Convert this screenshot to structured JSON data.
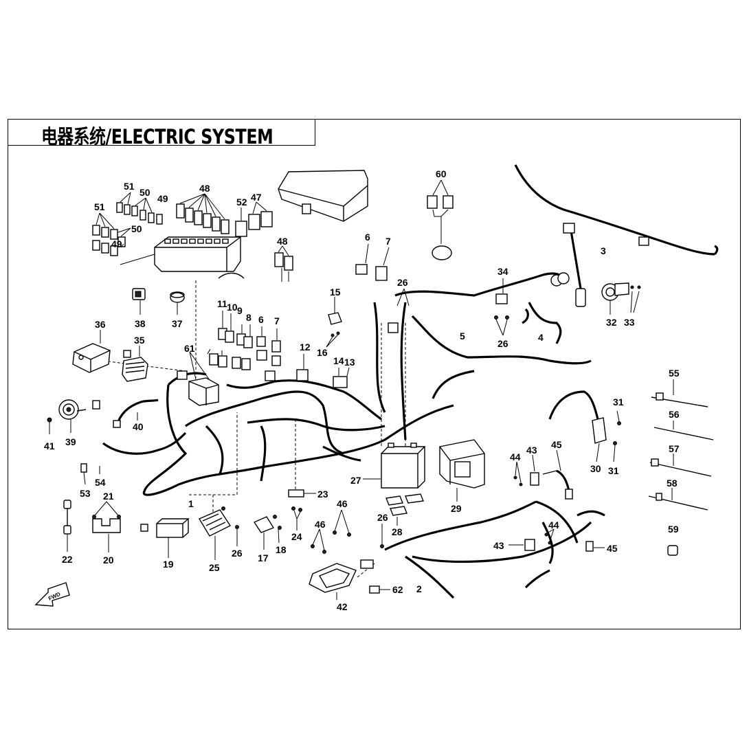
{
  "title": "电器系统/ELECTRIC SYSTEM",
  "fwd_label": "FWD",
  "callouts": [
    "1",
    "2",
    "3",
    "4",
    "5",
    "6",
    "6",
    "7",
    "7",
    "8",
    "9",
    "10",
    "11",
    "12",
    "13",
    "14",
    "15",
    "16",
    "17",
    "18",
    "19",
    "20",
    "21",
    "22",
    "23",
    "24",
    "25",
    "26",
    "26",
    "26",
    "26",
    "27",
    "28",
    "29",
    "30",
    "31",
    "31",
    "32",
    "33",
    "34",
    "35",
    "36",
    "37",
    "38",
    "39",
    "40",
    "41",
    "42",
    "43",
    "43",
    "44",
    "44",
    "45",
    "45",
    "46",
    "46",
    "47",
    "48",
    "48",
    "49",
    "49",
    "50",
    "50",
    "51",
    "51",
    "52",
    "53",
    "54",
    "55",
    "56",
    "57",
    "58",
    "59",
    "60",
    "61",
    "62"
  ]
}
